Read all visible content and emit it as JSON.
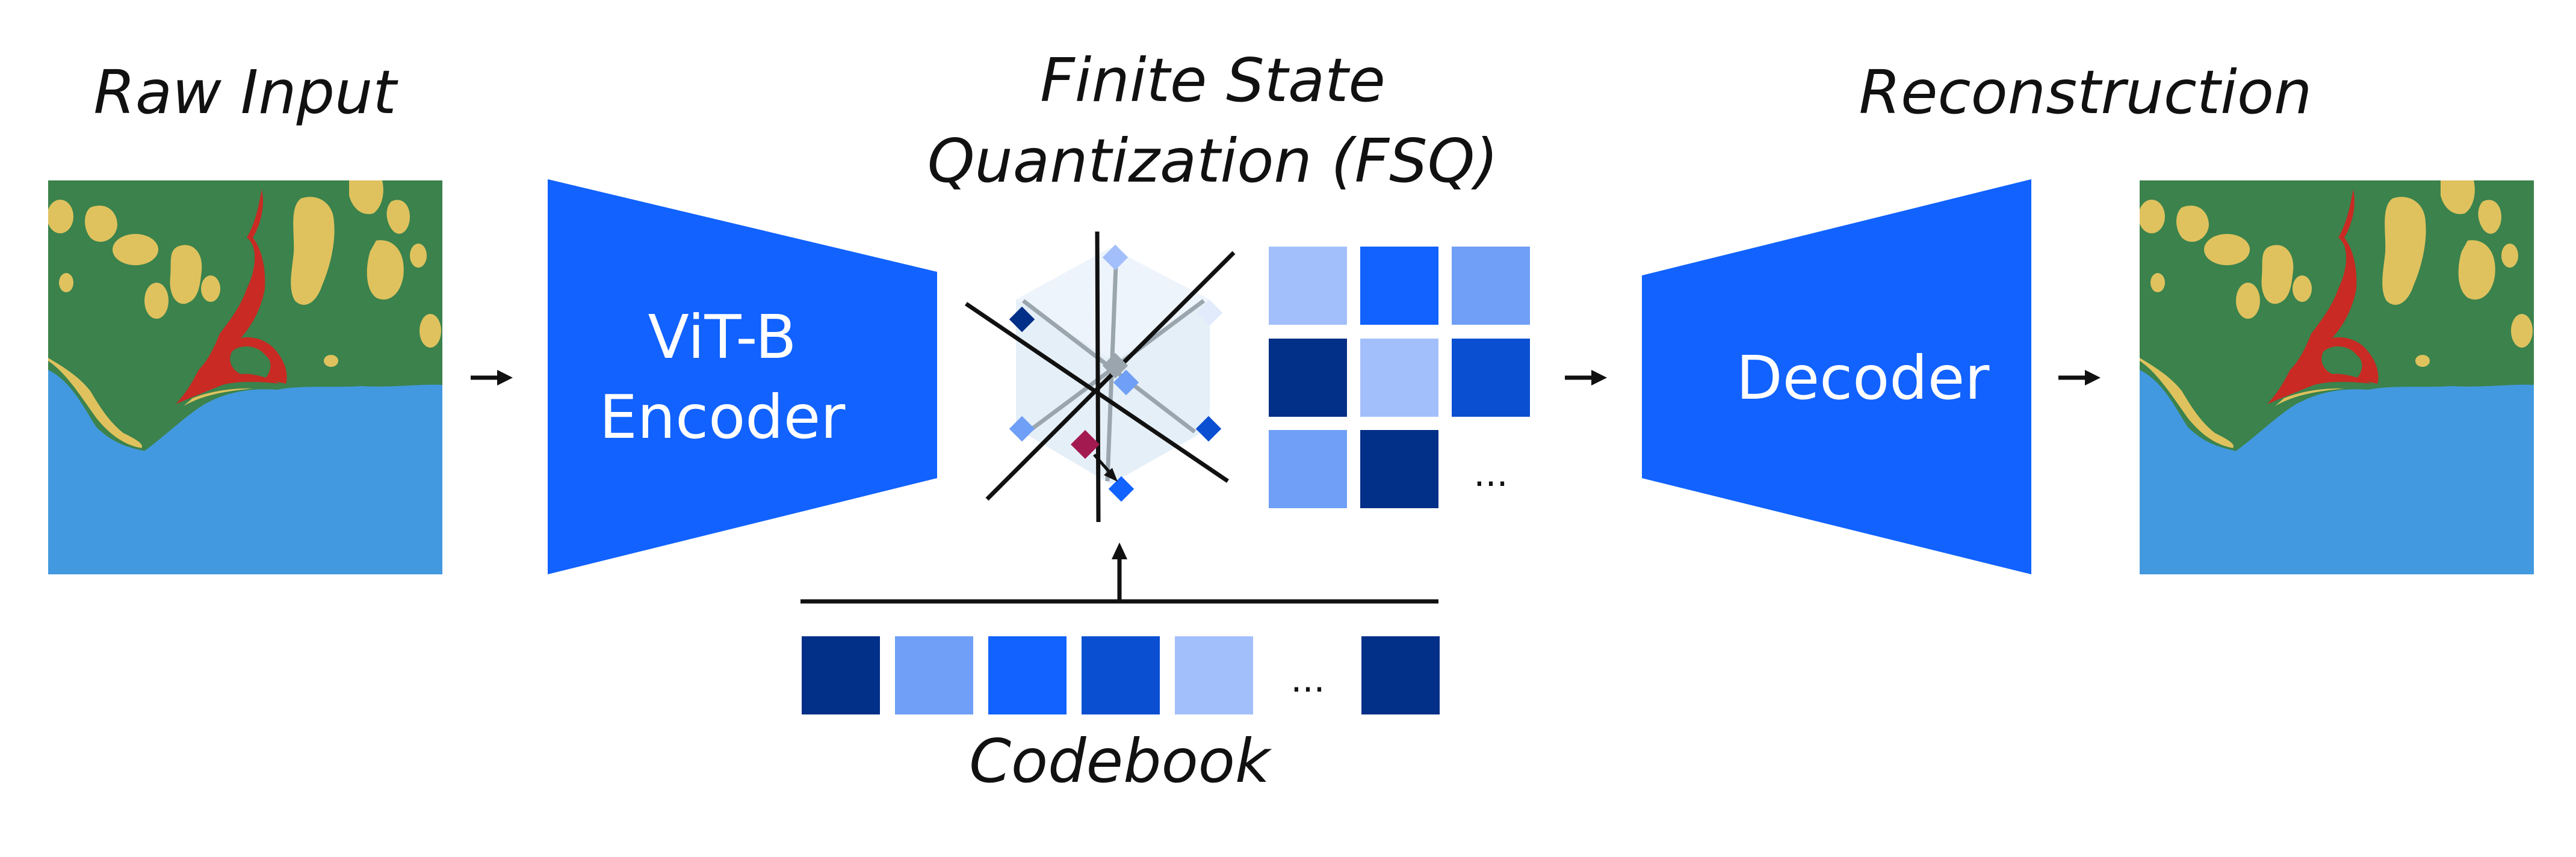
{
  "labels": {
    "raw_input": "Raw Input",
    "fsq_line1": "Finite State",
    "fsq_line2": "Quantization (FSQ)",
    "reconstruction": "Reconstruction",
    "encoder_line1": "ViT-B",
    "encoder_line2": "Encoder",
    "decoder": "Decoder",
    "codebook": "Codebook",
    "grid_ellipsis": "...",
    "codebook_ellipsis": "..."
  },
  "colors": {
    "block_blue": "#1162fe",
    "dark_navy": "#022f87",
    "medium_blue": "#0a4fd1",
    "bright_blue": "#1162fe",
    "soft_blue": "#6f9ff6",
    "pale_blue": "#a3bffb",
    "ocean": "#4399df",
    "vegetation": "#3b824c",
    "sand": "#dfc25e",
    "urban": "#c92a23",
    "query_point": "#a31a51",
    "gray_axis": "#9aa5ad",
    "hexagon_fill": "#e4eef8"
  },
  "icons": {
    "flow_arrow": "right-arrow-icon",
    "up_arrow": "up-arrow-icon"
  },
  "quantized_grid": [
    [
      "pale",
      "bright",
      "soft"
    ],
    [
      "navy",
      "pale",
      "medium"
    ],
    [
      "soft",
      "navy",
      "ellipsis"
    ]
  ],
  "codebook_tokens": [
    "navy",
    "soft",
    "bright",
    "medium",
    "pale",
    "ellipsis",
    "navy"
  ]
}
